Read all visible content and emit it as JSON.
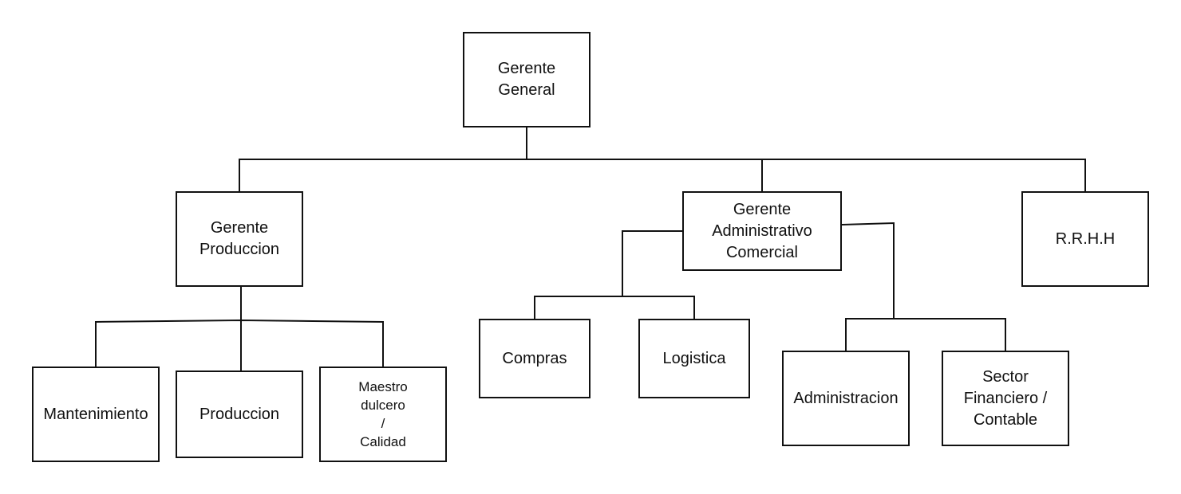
{
  "nodes": {
    "gerente_general": "Gerente\nGeneral",
    "gerente_produccion": "Gerente\nProduccion",
    "gerente_administrativo": "Gerente\nAdministrativo\nComercial",
    "rrhh": "R.R.H.H",
    "mantenimiento": "Mantenimiento",
    "produccion": "Produccion",
    "maestro_dulcero": "Maestro\ndulcero\n/\nCalidad",
    "compras": "Compras",
    "logistica": "Logistica",
    "administracion": "Administracion",
    "sector_financiero": "Sector\nFinanciero /\nContable"
  }
}
